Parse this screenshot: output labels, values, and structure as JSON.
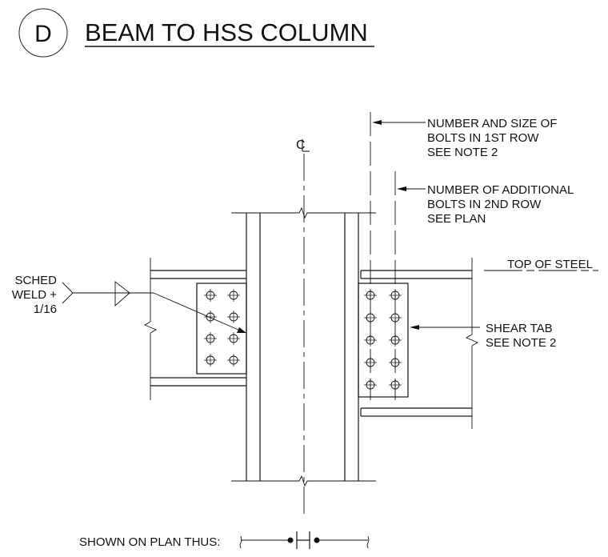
{
  "detail": {
    "marker": "D",
    "title": "BEAM TO HSS COLUMN"
  },
  "labels": {
    "centerline": "CL",
    "weld_callout": [
      "SCHED",
      "WELD +",
      "1/16"
    ],
    "note_first_row": [
      "NUMBER AND SIZE OF",
      "BOLTS IN 1ST ROW",
      "SEE NOTE 2"
    ],
    "note_second_row": [
      "NUMBER OF ADDITIONAL",
      "BOLTS IN 2ND ROW",
      "SEE PLAN"
    ],
    "top_of_steel": "TOP OF STEEL",
    "shear_tab": [
      "SHEAR TAB",
      "SEE NOTE 2"
    ],
    "plan_symbol": "SHOWN ON PLAN THUS:"
  },
  "bolts": {
    "left_rows": 4,
    "left_columns": 2,
    "right_rows": 5,
    "right_columns": 2
  }
}
